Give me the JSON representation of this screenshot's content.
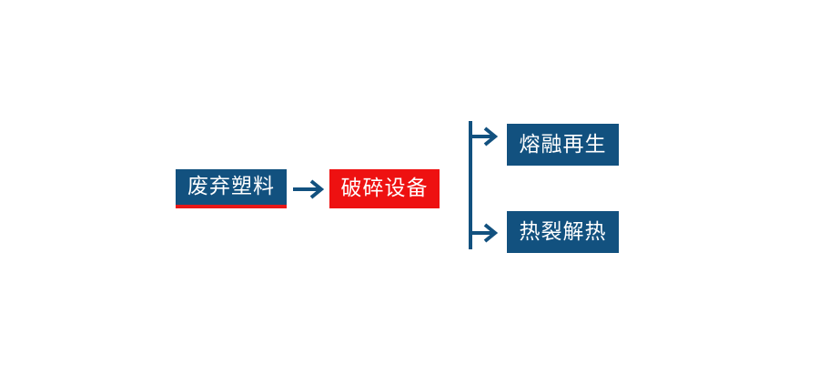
{
  "diagram": {
    "type": "process-flow",
    "background_color": "#ffffff",
    "colors": {
      "primary_blue": "#12517f",
      "accent_red": "#e81818",
      "process_red": "#ee1111",
      "connector_blue": "#12517f",
      "text_on_fill": "#ffffff"
    },
    "nodes": {
      "source": {
        "label": "废弃塑料",
        "fill": "#12517f",
        "accent_bar_color": "#e81818"
      },
      "process": {
        "label": "破碎设备",
        "fill": "#ee1111"
      },
      "outcome_top": {
        "label": "熔融再生",
        "fill": "#12517f"
      },
      "outcome_bottom": {
        "label": "热裂解热",
        "fill": "#12517f"
      }
    },
    "connectors": {
      "main_arrow": "arrow-right-icon",
      "branch_bracket": "branch-split-arrows-icon"
    }
  }
}
